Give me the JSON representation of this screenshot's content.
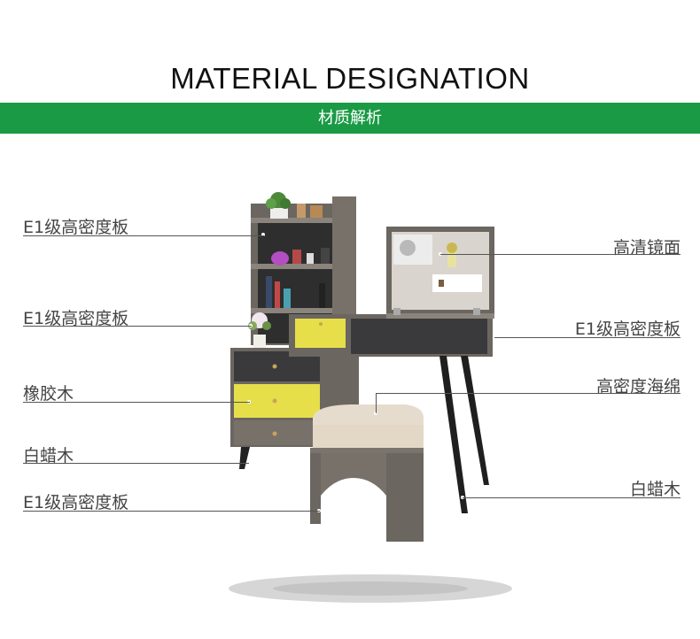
{
  "header": {
    "title": "MATERIAL DESIGNATION",
    "subtitle": "材质解析"
  },
  "labels": {
    "left_1": "E1级高密度板",
    "left_2": "E1级高密度板",
    "left_3": "橡胶木",
    "left_4": "白蜡木",
    "left_5": "E1级高密度板",
    "right_1": "高清镜面",
    "right_2": "E1级高密度板",
    "right_3": "高密度海绵",
    "right_4": "白蜡木"
  },
  "colors": {
    "accent_green": "#1a9a45",
    "wood_gray": "#6b6660",
    "panel_dark": "#3a3a3c",
    "drawer_yellow": "#e6df4a",
    "cushion_beige": "#e6dccd"
  }
}
